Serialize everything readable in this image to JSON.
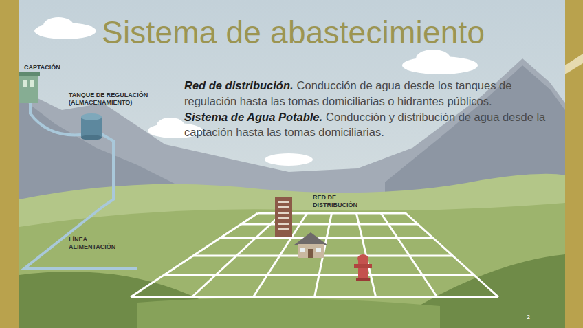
{
  "diagram": {
    "title": "Sistema de abastecimiento",
    "labels": [
      "CAPTACIÓN",
      "TANQUE DE REGULACIÓN (ALMACENAMIENTO)",
      "Red de distribución.",
      "Conducción de agua desde los tanques de regulación hasta las tomas domiciliarias o hidrantes públicos.",
      "Sistema de Agua Potable.",
      "Conducción y distribución de agua desde la captación hasta las tomas domiciliarias.",
      "RED DE DISTRIBUCIÓN",
      "LÍNEA ALIMENTACIÓN",
      "2"
    ]
  }
}
